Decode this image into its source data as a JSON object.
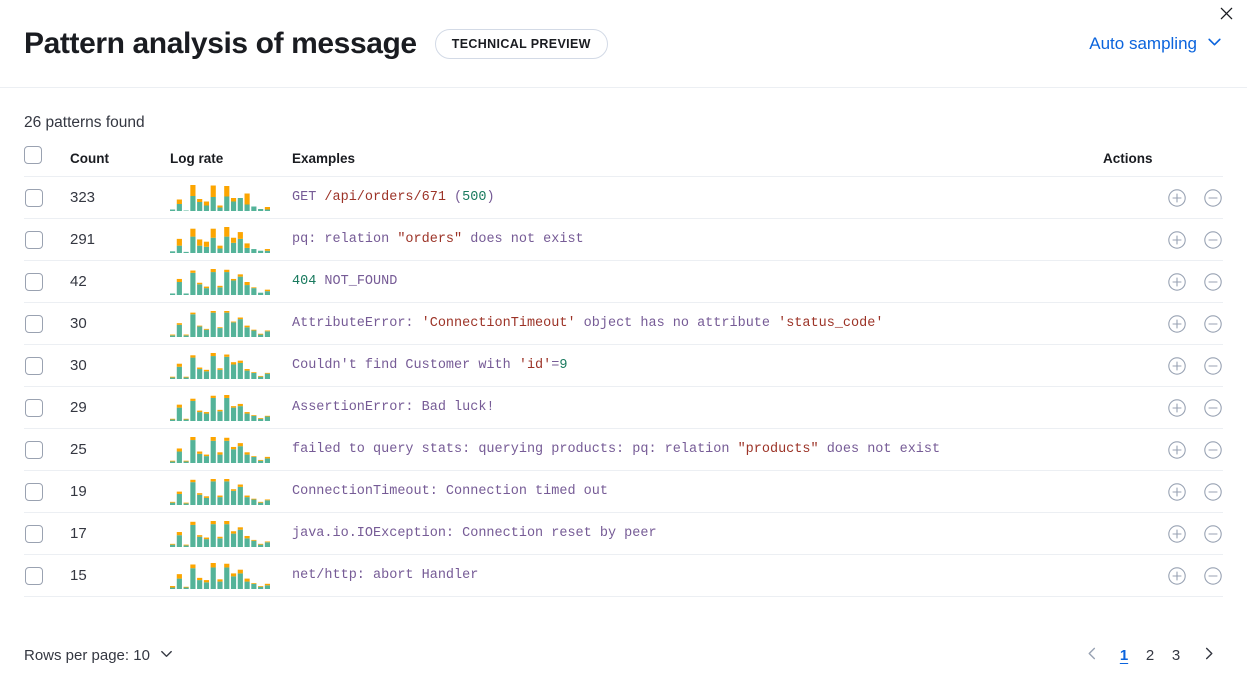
{
  "header": {
    "title": "Pattern analysis of message",
    "badge": "TECHNICAL PREVIEW",
    "sampling_label": "Auto sampling",
    "close_label": "Close"
  },
  "summary": {
    "patterns_found": "26 patterns found"
  },
  "table": {
    "columns": {
      "count": "Count",
      "log_rate": "Log rate",
      "examples": "Examples",
      "actions": "Actions"
    },
    "colors": {
      "bar_primary": "#54b399",
      "bar_secondary": "#fca500",
      "token_base": "#765b96",
      "token_string": "#9c3327",
      "token_number": "#197a5e",
      "accent": "#0b64dd"
    },
    "rows": [
      {
        "count": "323",
        "tokens": [
          {
            "t": "GET ",
            "c": "base"
          },
          {
            "t": "/api/orders/671",
            "c": "str"
          },
          {
            "t": " (",
            "c": "base"
          },
          {
            "t": "500",
            "c": "num"
          },
          {
            "t": ")",
            "c": "base"
          }
        ],
        "spark": {
          "teal": [
            3,
            14,
            1,
            30,
            18,
            11,
            28,
            7,
            29,
            19,
            26,
            13,
            9,
            4,
            3
          ],
          "orange": [
            0,
            9,
            0,
            22,
            6,
            8,
            23,
            4,
            21,
            7,
            0,
            22,
            0,
            0,
            5
          ]
        }
      },
      {
        "count": "291",
        "tokens": [
          {
            "t": "pq: relation ",
            "c": "base"
          },
          {
            "t": "\"orders\"",
            "c": "str"
          },
          {
            "t": " does not exist",
            "c": "base"
          }
        ],
        "spark": {
          "teal": [
            3,
            13,
            2,
            29,
            13,
            11,
            27,
            8,
            29,
            18,
            25,
            9,
            7,
            4,
            4
          ],
          "orange": [
            0,
            12,
            0,
            14,
            11,
            9,
            16,
            5,
            17,
            9,
            12,
            8,
            0,
            0,
            3
          ]
        }
      },
      {
        "count": "42",
        "tokens": [
          {
            "t": "404",
            "c": "num"
          },
          {
            "t": " NOT_FOUND",
            "c": "base"
          }
        ],
        "spark": {
          "teal": [
            2,
            17,
            2,
            29,
            14,
            9,
            30,
            10,
            30,
            19,
            24,
            13,
            9,
            3,
            5
          ],
          "orange": [
            0,
            4,
            0,
            3,
            2,
            2,
            4,
            2,
            3,
            2,
            3,
            4,
            1,
            0,
            2
          ]
        }
      },
      {
        "count": "30",
        "tokens": [
          {
            "t": "AttributeError: ",
            "c": "base"
          },
          {
            "t": "'ConnectionTimeout'",
            "c": "str"
          },
          {
            "t": " object has no attribute ",
            "c": "base"
          },
          {
            "t": "'status_code'",
            "c": "str"
          }
        ],
        "spark": {
          "teal": [
            2,
            15,
            2,
            28,
            13,
            9,
            30,
            11,
            30,
            18,
            22,
            12,
            8,
            3,
            7
          ],
          "orange": [
            1,
            2,
            1,
            2,
            1,
            1,
            2,
            1,
            2,
            1,
            2,
            2,
            1,
            1,
            1
          ]
        }
      },
      {
        "count": "30",
        "tokens": [
          {
            "t": "Couldn't find Customer with ",
            "c": "base"
          },
          {
            "t": "'id'",
            "c": "str"
          },
          {
            "t": "=",
            "c": "base"
          },
          {
            "t": "9",
            "c": "num"
          }
        ],
        "spark": {
          "teal": [
            2,
            16,
            2,
            28,
            13,
            10,
            30,
            12,
            29,
            19,
            21,
            11,
            8,
            3,
            7
          ],
          "orange": [
            1,
            4,
            1,
            3,
            2,
            2,
            4,
            2,
            3,
            3,
            3,
            2,
            1,
            1,
            1
          ]
        }
      },
      {
        "count": "29",
        "tokens": [
          {
            "t": "AssertionError: Bad luck!",
            "c": "base"
          }
        ],
        "spark": {
          "teal": [
            2,
            18,
            2,
            27,
            12,
            10,
            31,
            13,
            31,
            18,
            20,
            10,
            7,
            3,
            6
          ],
          "orange": [
            1,
            4,
            1,
            3,
            2,
            2,
            3,
            2,
            4,
            2,
            3,
            2,
            1,
            1,
            1
          ]
        }
      },
      {
        "count": "25",
        "tokens": [
          {
            "t": "failed to query stats: querying products: pq: relation ",
            "c": "base"
          },
          {
            "t": "\"products\"",
            "c": "str"
          },
          {
            "t": " does not exist",
            "c": "base"
          }
        ],
        "spark": {
          "teal": [
            2,
            15,
            2,
            30,
            12,
            9,
            29,
            11,
            29,
            18,
            22,
            11,
            8,
            3,
            6
          ],
          "orange": [
            1,
            4,
            1,
            4,
            3,
            2,
            5,
            3,
            4,
            3,
            4,
            3,
            1,
            1,
            2
          ]
        }
      },
      {
        "count": "19",
        "tokens": [
          {
            "t": "ConnectionTimeout: Connection timed out",
            "c": "base"
          }
        ],
        "spark": {
          "teal": [
            3,
            14,
            2,
            29,
            13,
            9,
            30,
            10,
            30,
            18,
            23,
            10,
            7,
            3,
            6
          ],
          "orange": [
            1,
            3,
            1,
            3,
            2,
            2,
            3,
            2,
            3,
            2,
            3,
            2,
            1,
            1,
            1
          ]
        }
      },
      {
        "count": "17",
        "tokens": [
          {
            "t": "java.io.IOException: Connection reset by peer",
            "c": "base"
          }
        ],
        "spark": {
          "teal": [
            3,
            15,
            2,
            28,
            13,
            10,
            29,
            11,
            29,
            17,
            22,
            11,
            8,
            3,
            6
          ],
          "orange": [
            1,
            4,
            1,
            4,
            2,
            2,
            4,
            2,
            4,
            3,
            3,
            3,
            1,
            1,
            1
          ]
        }
      },
      {
        "count": "15",
        "tokens": [
          {
            "t": "net/http: abort Handler",
            "c": "base"
          }
        ],
        "spark": {
          "teal": [
            2,
            14,
            2,
            28,
            12,
            9,
            29,
            10,
            29,
            17,
            21,
            10,
            7,
            3,
            5
          ],
          "orange": [
            2,
            6,
            1,
            5,
            3,
            3,
            6,
            3,
            5,
            4,
            5,
            4,
            1,
            1,
            2
          ]
        }
      }
    ]
  },
  "footer": {
    "rows_per_page": "Rows per page: 10",
    "pages": [
      "1",
      "2",
      "3"
    ],
    "active_page": "1"
  }
}
